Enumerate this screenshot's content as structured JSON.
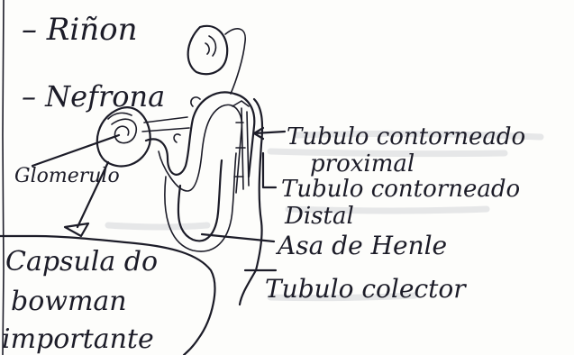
{
  "notes": {
    "kidney_label": "– Riñon",
    "nephron_label": "– Nefrona",
    "glomerulus_label": "Glomerulo",
    "bowman_capsule_label": [
      "Capsula do",
      "bowman"
    ],
    "important_note": "importante"
  },
  "diagram_labels": {
    "proximal_tubule": [
      "Tubulo contorneado",
      "proximal"
    ],
    "distal_tubule": [
      "Tubulo contorneado",
      "Distal"
    ],
    "loop_of_henle": "Asa de Henle",
    "collecting_duct": "Tubulo colector"
  },
  "colors": {
    "ink": "#1c1c28",
    "paper": "#fdfdfb"
  }
}
